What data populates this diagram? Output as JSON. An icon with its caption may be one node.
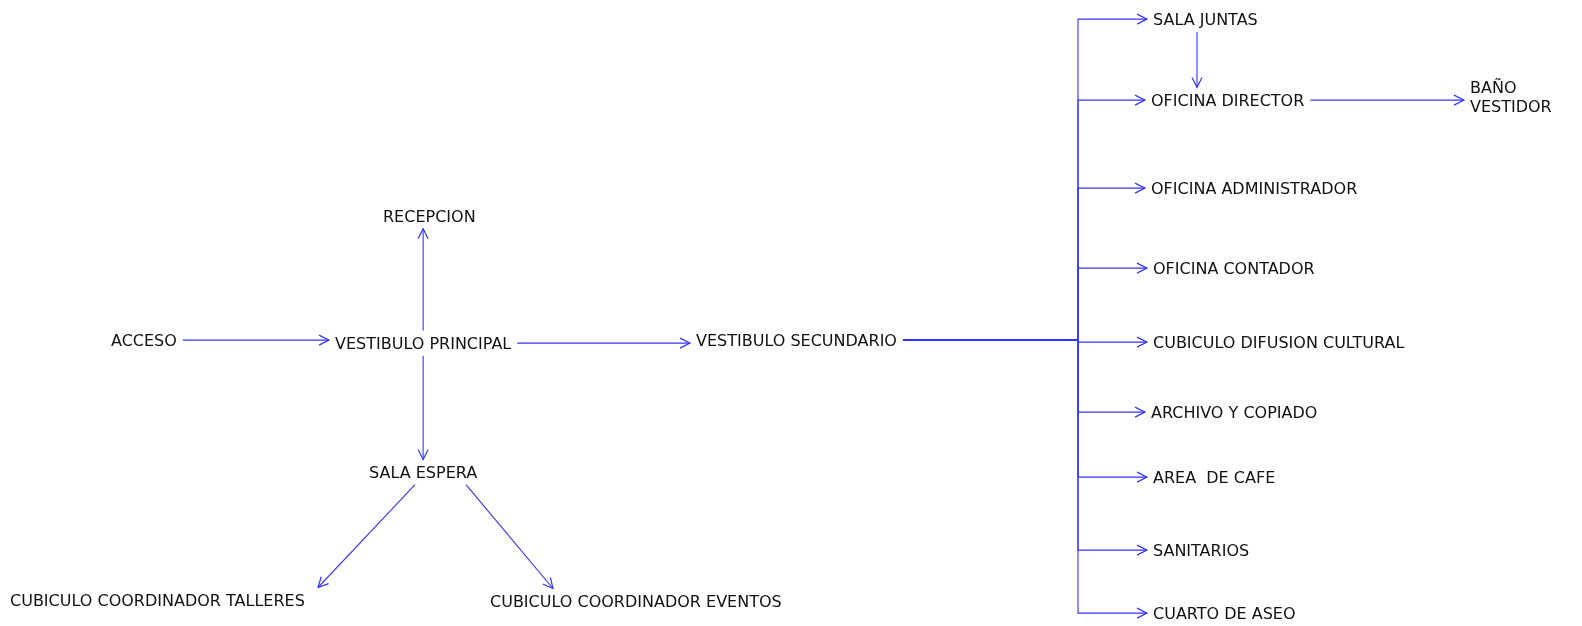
{
  "diagram": {
    "nodes": [
      {
        "text": [
          "ACCESO"
        ]
      },
      {
        "text": [
          "VESTIBULO PRINCIPAL"
        ]
      },
      {
        "text": [
          "RECEPCION"
        ]
      },
      {
        "text": [
          "SALA ESPERA"
        ]
      },
      {
        "text": [
          "CUBICULO COORDINADOR TALLERES"
        ]
      },
      {
        "text": [
          "CUBICULO COORDINADOR EVENTOS"
        ]
      },
      {
        "text": [
          "VESTIBULO SECUNDARIO"
        ]
      },
      {
        "text": [
          "SALA JUNTAS"
        ]
      },
      {
        "text": [
          "OFICINA DIRECTOR"
        ]
      },
      {
        "text": [
          "BAÑO VESTIDOR"
        ]
      },
      {
        "text": [
          "OFICINA ADMINISTRADOR"
        ]
      },
      {
        "text": [
          "OFICINA CONTADOR"
        ]
      },
      {
        "text": [
          "CUBICULO DIFUSION CULTURAL"
        ]
      },
      {
        "text": [
          "ARCHIVO Y COPIADO"
        ]
      },
      {
        "text": [
          "AREA  DE CAFE"
        ]
      },
      {
        "text": [
          "SANITARIOS"
        ]
      },
      {
        "text": [
          "CUARTO DE ASEO"
        ]
      }
    ],
    "edges": [
      {
        "from": 0,
        "to": 1,
        "arrow": "to"
      },
      {
        "from": 1,
        "to": 2,
        "arrow": "to"
      },
      {
        "from": 1,
        "to": 3,
        "arrow": "to"
      },
      {
        "from": 1,
        "to": 6,
        "arrow": "to"
      },
      {
        "from": 3,
        "to": 4,
        "arrow": "to"
      },
      {
        "from": 3,
        "to": 5,
        "arrow": "to"
      },
      {
        "from": 6,
        "to": 7,
        "arrow": "to"
      },
      {
        "from": 6,
        "to": 8,
        "arrow": "to"
      },
      {
        "from": 6,
        "to": 10,
        "arrow": "to"
      },
      {
        "from": 6,
        "to": 11,
        "arrow": "to"
      },
      {
        "from": 6,
        "to": 12,
        "arrow": "to"
      },
      {
        "from": 6,
        "to": 13,
        "arrow": "to"
      },
      {
        "from": 6,
        "to": 14,
        "arrow": "to"
      },
      {
        "from": 6,
        "to": 15,
        "arrow": "to"
      },
      {
        "from": 6,
        "to": 16,
        "arrow": "to"
      },
      {
        "from": 7,
        "to": 8,
        "arrow": "to"
      },
      {
        "from": 8,
        "to": 9,
        "arrow": "to"
      }
    ]
  }
}
